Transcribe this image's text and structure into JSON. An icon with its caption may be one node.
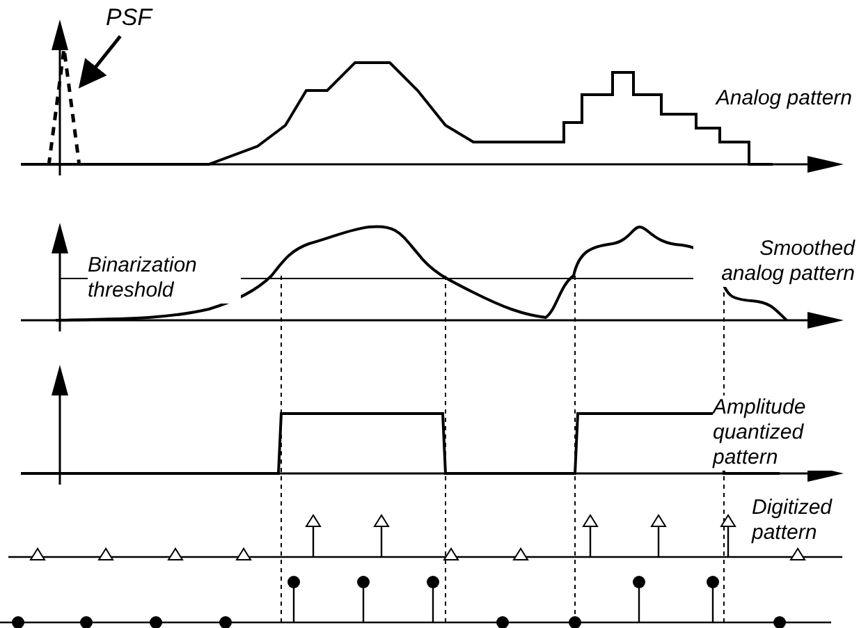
{
  "diagram": {
    "nodes": [
      {
        "text": [
          "PSF"
        ]
      },
      {
        "text": [],
        "shape": "triangle"
      }
    ],
    "edges": [
      {
        "from": 0,
        "to": 1,
        "arrow": "to"
      }
    ],
    "labels": [
      "Analog pattern",
      "Smoothed analog pattern",
      "Binarization threshold",
      "Amplitude quantized pattern",
      "Digitized pattern"
    ]
  }
}
